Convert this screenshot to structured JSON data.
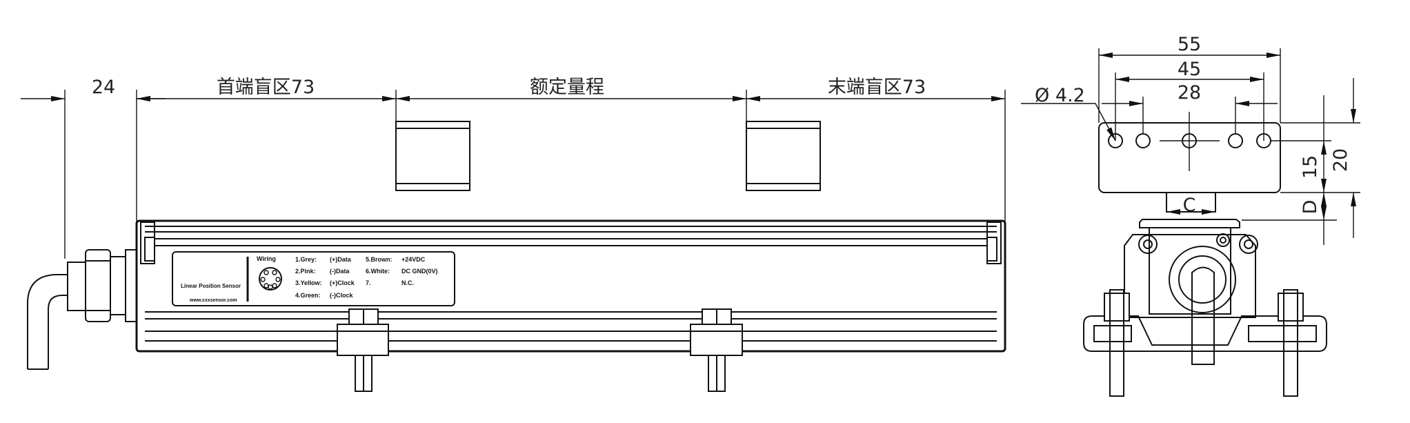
{
  "front_view": {
    "dimensions": {
      "left_offset": "24",
      "head_dead_zone": "首端盲区73",
      "stroke_range": "额定量程",
      "tail_dead_zone": "末端盲区73"
    },
    "label": {
      "product": "Linear Position Sensor",
      "website": "www.cxxsensor.com",
      "wiring_title": "Wiring",
      "pins": [
        {
          "num": "1.Grey:",
          "signal": "(+)Data"
        },
        {
          "num": "2.Pink:",
          "signal": "(-)Data"
        },
        {
          "num": "3.Yellow:",
          "signal": "(+)Clock"
        },
        {
          "num": "4.Green:",
          "signal": "(-)Clock"
        },
        {
          "num": "5.Brown:",
          "signal": "+24VDC"
        },
        {
          "num": "6.White:",
          "signal": "DC GND(0V)"
        },
        {
          "num": "7.",
          "signal": "N.C."
        }
      ]
    }
  },
  "side_view": {
    "dimensions": {
      "plate_width": "55",
      "outer_hole_spacing": "45",
      "inner_hole_spacing": "28",
      "hole_diameter": "Ø 4.2",
      "plate_height": "20",
      "hole_height": "15",
      "neck_width": "C",
      "gap": "D"
    }
  }
}
